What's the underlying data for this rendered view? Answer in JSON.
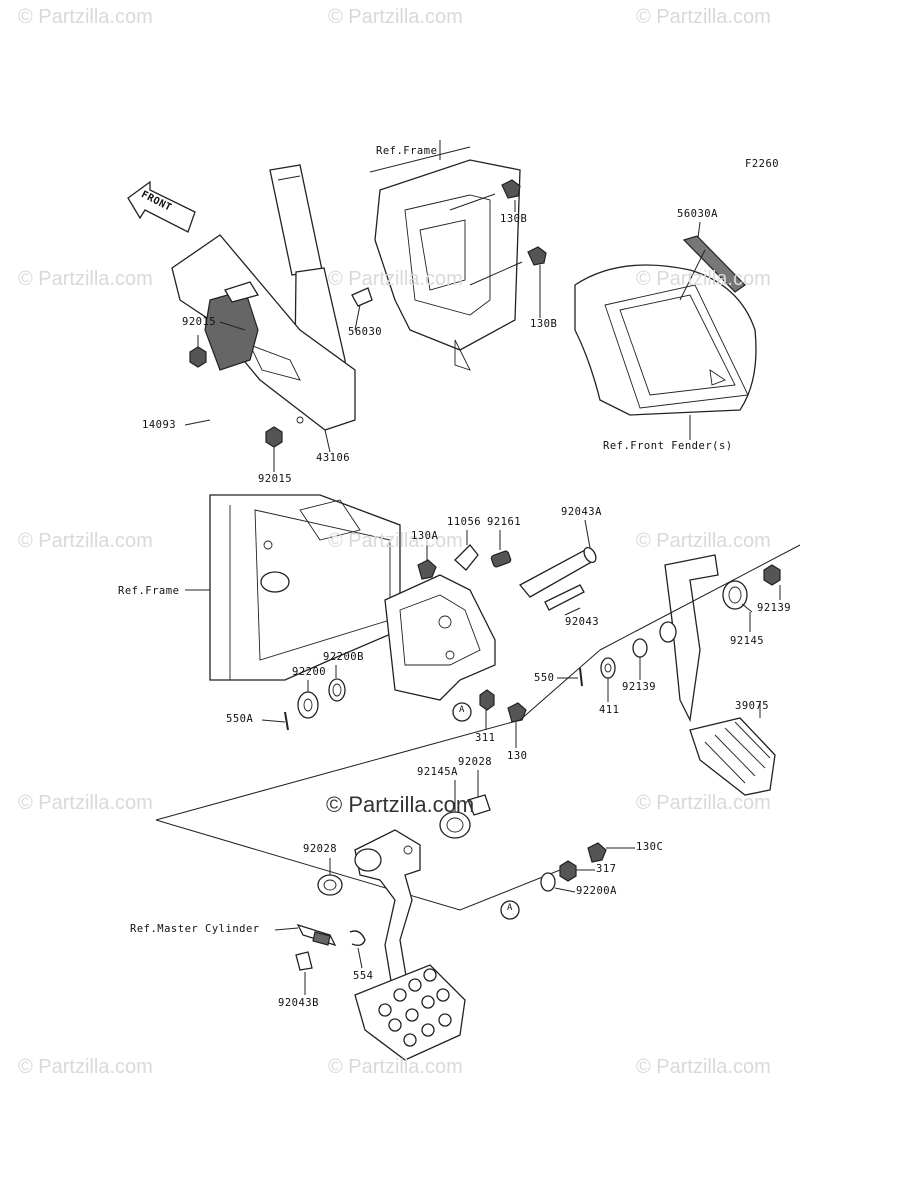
{
  "figure_id": "F2260",
  "watermarks": {
    "text": "© Partzilla.com",
    "center_text": "© Partzilla.com"
  },
  "front_arrow": "FRONT",
  "reference_labels": {
    "frame_top": "Ref.Frame",
    "frame_mid": "Ref.Frame",
    "front_fenders": "Ref.Front Fender(s)",
    "master_cylinder": "Ref.Master Cylinder"
  },
  "callouts": {
    "a_marker_1": "A",
    "a_marker_2": "A"
  },
  "part_numbers": [
    "130B",
    "130B",
    "56030A",
    "56030",
    "92015",
    "92015",
    "14093",
    "43106",
    "11056",
    "92161",
    "92043A",
    "130A",
    "92043",
    "92200B",
    "92200",
    "550A",
    "311",
    "130",
    "550",
    "411",
    "92139",
    "92145",
    "92139",
    "39075",
    "92145A",
    "92028",
    "92028",
    "130C",
    "317",
    "92200A",
    "554",
    "92043B"
  ]
}
